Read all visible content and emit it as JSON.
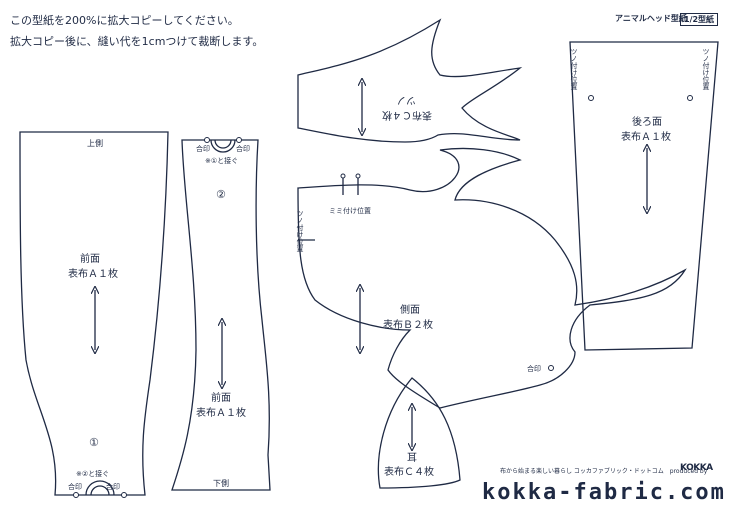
{
  "instructions": {
    "line1": "この型紙を200%に拡大コピーしてください。",
    "line2": "拡大コピー後に、縫い代を1cmつけて裁断します。"
  },
  "header": {
    "title": "アニマルヘッド型紙",
    "scale": "1/2型紙"
  },
  "pieces": {
    "front_a": {
      "top": "上側",
      "name": "前面",
      "cut": "表布Ａ１枚",
      "num": "①",
      "join": "※②と接ぐ",
      "mark_left": "合印",
      "mark_right": "合印"
    },
    "front_b": {
      "mark_left": "合印",
      "mark_right": "合印",
      "join": "※①と接ぐ",
      "num": "②",
      "name": "前面",
      "cut": "表布Ａ１枚",
      "bottom": "下側"
    },
    "horn_piece": {
      "name": "表布Ｃ４枚",
      "sub": "ツノ"
    },
    "side": {
      "horn_pos": "ツノ付け位置",
      "ear_pos": "ミミ付け位置",
      "name": "側面",
      "cut": "表布Ｂ２枚",
      "mark": "合印"
    },
    "ear": {
      "name": "耳",
      "cut": "表布Ｃ４枚"
    },
    "back": {
      "horn_left": "ツノ付け位置",
      "horn_right": "ツノ付け位置",
      "name": "後ろ面",
      "cut": "表布Ａ１枚"
    }
  },
  "footer": {
    "tagline": "布から始まる楽しい暮らし コッカファブリック・ドットコム　produced by",
    "brand": "KOKKA",
    "domain": "kokka-fabric.com"
  },
  "colors": {
    "line": "#1f2a44",
    "background": "#ffffff"
  }
}
